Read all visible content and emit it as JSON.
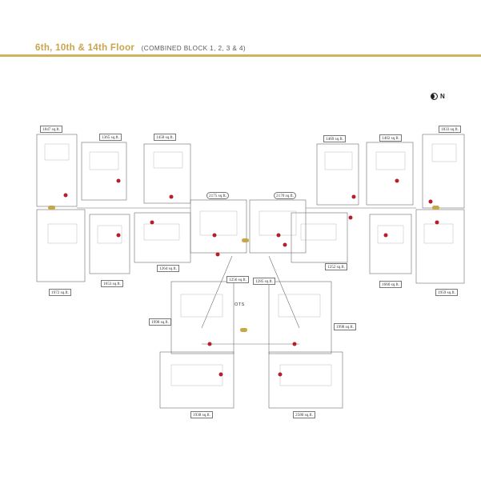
{
  "header": {
    "title": "6th, 10th & 14th Floor",
    "subtitle": "(COMBINED BLOCK 1, 2, 3 & 4)"
  },
  "north_label": "N",
  "colors": {
    "gold": "#c9a54a",
    "rule": "#d1b261",
    "unit_marker": "#b3202a"
  },
  "unit_areas": [
    "1847 sq.ft.",
    "1365 sq.ft.",
    "1458 sq.ft.",
    "1469 sq.ft.",
    "1402 sq.ft.",
    "1833 sq.ft.",
    "2175 sq.ft.",
    "2170 sq.ft.",
    "1264 sq.ft.",
    "1653 sq.ft.",
    "1972 sq.ft.",
    "1256 sq.ft.",
    "1285 sq.ft.",
    "1252 sq.ft.",
    "1660 sq.ft.",
    "1959 sq.ft.",
    "1998 sq.ft.",
    "1998 sq.ft.",
    "1938 sq.ft.",
    "2580 sq.ft."
  ],
  "ots_label": "OTS"
}
